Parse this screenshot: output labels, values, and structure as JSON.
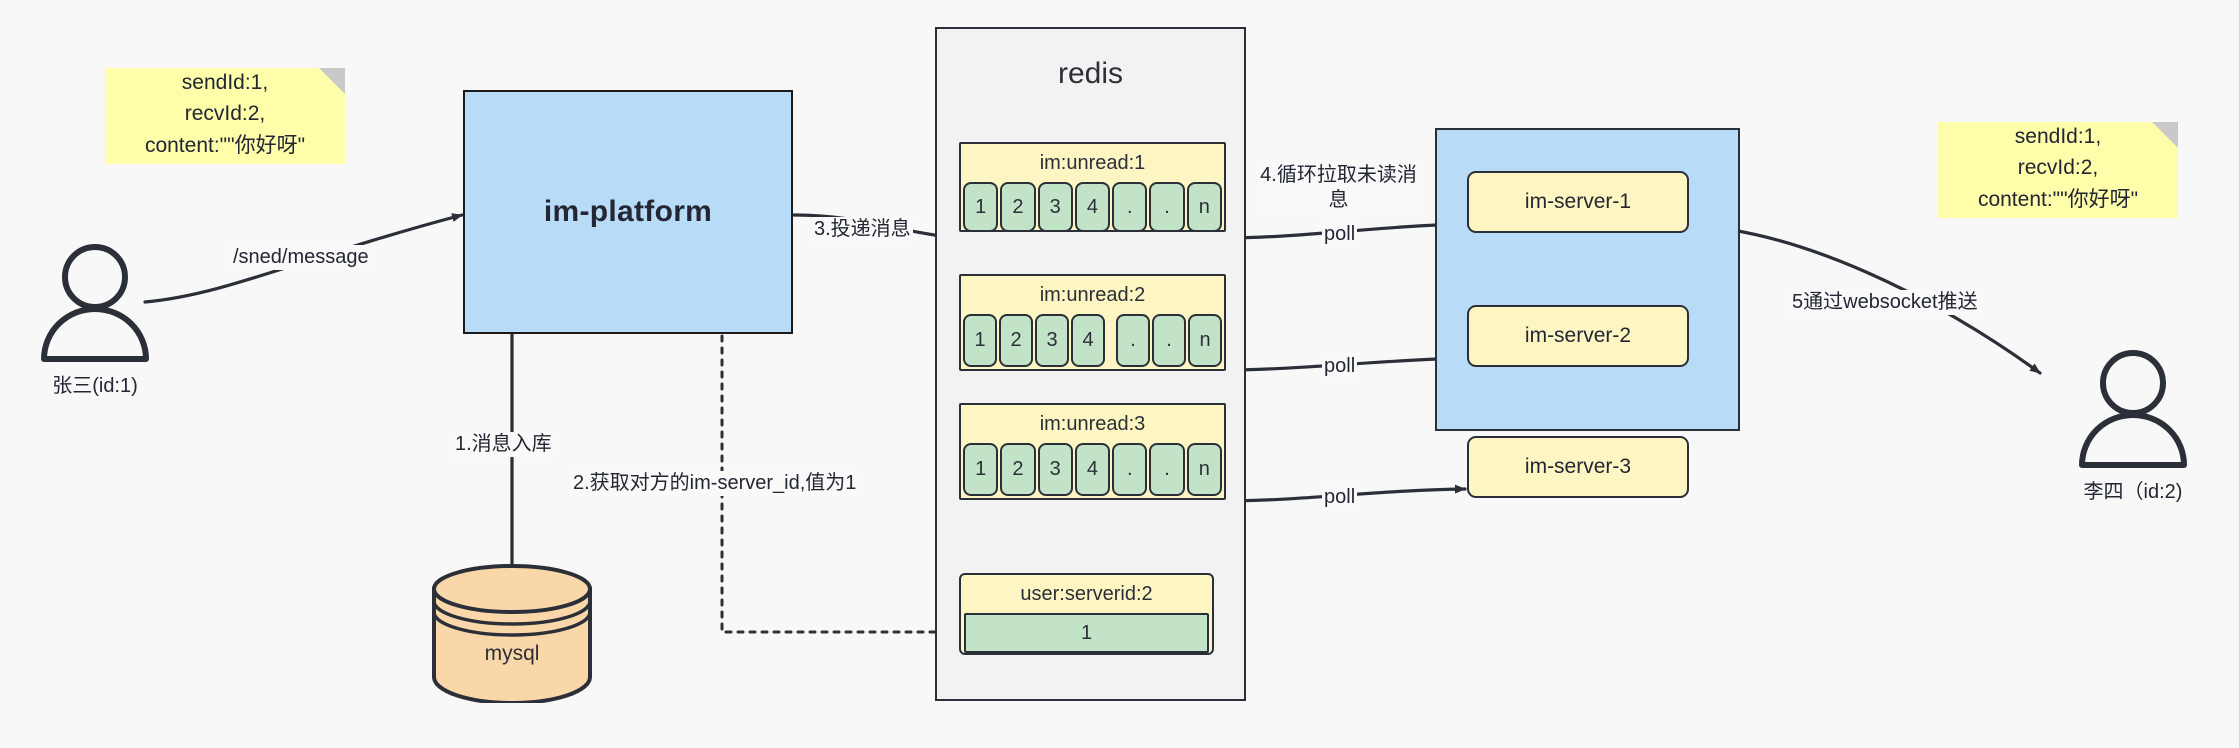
{
  "diagram": {
    "title": "IM message delivery architecture",
    "colors": {
      "background": "#f8f8f8",
      "note_yellow": "#fdfdaa",
      "box_blue": "#b8dcf8",
      "key_yellow": "#fdf6c3",
      "cell_green": "#c3e3c9",
      "db_orange": "#fad7a9",
      "stroke": "#2b2f38"
    }
  },
  "notes": {
    "left": "sendId:1,\nrecvId:2,\ncontent:\"\"你好呀\"",
    "right": "sendId:1,\nrecvId:2,\ncontent:\"\"你好呀\""
  },
  "actors": {
    "sender": {
      "label": "张三(id:1)",
      "icon": "person-icon"
    },
    "receiver": {
      "label": "李四（id:2)",
      "icon": "person-icon"
    }
  },
  "platform": {
    "label": "im-platform"
  },
  "database": {
    "label": "mysql",
    "icon": "database-cylinder-icon"
  },
  "redis": {
    "title": "redis",
    "keys": [
      {
        "name": "im:unread:1",
        "cells": [
          "1",
          "2",
          "3",
          "4",
          ".",
          ".",
          "n"
        ],
        "gap_after": 0
      },
      {
        "name": "im:unread:2",
        "cells": [
          "1",
          "2",
          "3",
          "4",
          ".",
          ".",
          "n"
        ],
        "gap_after": 4
      },
      {
        "name": "im:unread:3",
        "cells": [
          "1",
          "2",
          "3",
          "4",
          ".",
          ".",
          "n"
        ],
        "gap_after": 0
      }
    ],
    "serverid_key": {
      "name": "user:serverid:2",
      "value": "1"
    }
  },
  "servers": {
    "nodes": [
      {
        "label": "im-server-1"
      },
      {
        "label": "im-server-2"
      },
      {
        "label": "im-server-3"
      }
    ]
  },
  "edges": {
    "send_message": "/sned/message",
    "step1": "1.消息入库",
    "step2": "2.获取对方的im-server_id,值为1",
    "step3": "3.投递消息",
    "step4": "4.循环拉取未读消\n息",
    "poll1": "poll",
    "poll2": "poll",
    "poll3": "poll",
    "step5": "5通过websocket推送"
  }
}
